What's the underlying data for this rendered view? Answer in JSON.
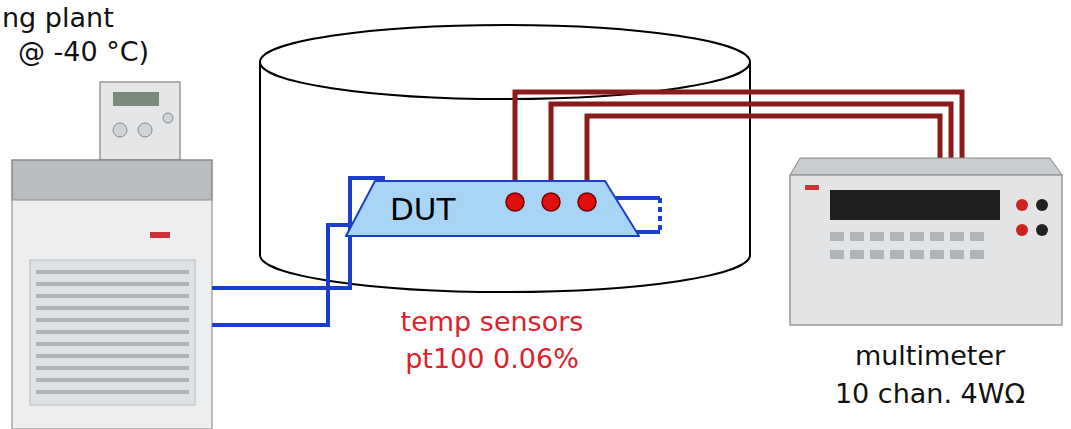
{
  "diagram": {
    "nodes": [
      {
        "text": [
          "DUT"
        ]
      }
    ],
    "labels": [
      "ng plant",
      "@ -40 °C)",
      "temp sensors",
      "pt100 0.06%",
      "multimeter",
      "10 chan. 4WΩ"
    ]
  }
}
